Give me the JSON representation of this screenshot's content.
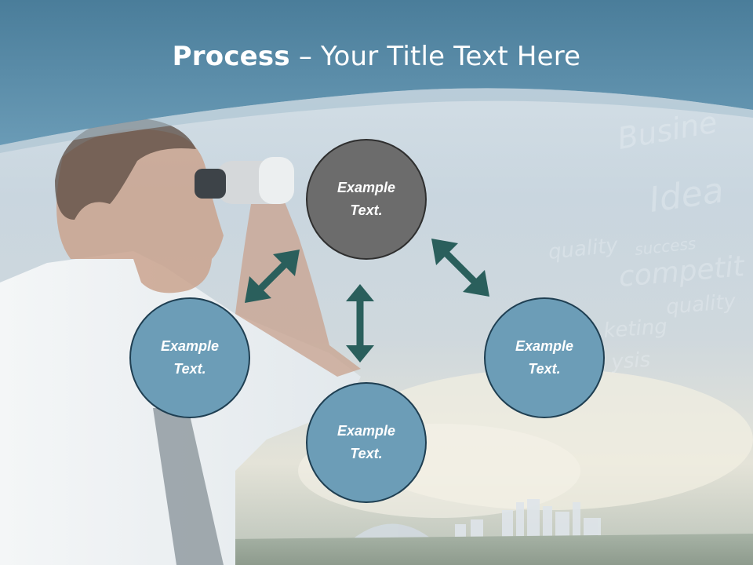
{
  "title": {
    "bold": "Process",
    "separator": " – ",
    "rest": "Your Title Text Here"
  },
  "nodes": {
    "top": "Example\nText.",
    "left": "Example\nText.",
    "bottom": "Example\nText.",
    "right": "Example\nText."
  },
  "colors": {
    "header": "#5b8fae",
    "node_dark": "#6c6c6c",
    "node_blue": "#6c9db7",
    "arrow": "#2a5f5c"
  }
}
